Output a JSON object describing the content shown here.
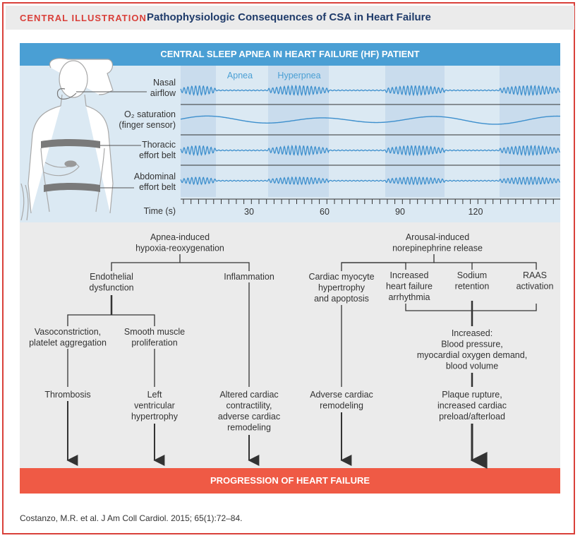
{
  "header": {
    "tag": "CENTRAL ILLUSTRATION",
    "title": "Pathophysiologic Consequences of CSA in Heart Failure"
  },
  "top_bar": "CENTRAL SLEEP APNEA IN HEART FAILURE (HF) PATIENT",
  "phases": {
    "apnea": "Apnea",
    "hyperpnea": "Hyperpnea"
  },
  "signals": [
    {
      "line1": "Nasal",
      "line2": "airflow"
    },
    {
      "line1": "O₂ saturation",
      "line2": "(finger sensor)"
    },
    {
      "line1": "Thoracic",
      "line2": "effort belt"
    },
    {
      "line1": "Abdominal",
      "line2": "effort belt"
    }
  ],
  "time_axis": {
    "label": "Time (s)",
    "ticks": [
      "30",
      "60",
      "90",
      "120"
    ]
  },
  "nodes": {
    "apnea_hypoxia": [
      "Apnea-induced",
      "hypoxia-reoxygenation"
    ],
    "arousal": [
      "Arousal-induced",
      "norepinephrine release"
    ],
    "endothelial": [
      "Endothelial",
      "dysfunction"
    ],
    "inflammation": [
      "Inflammation"
    ],
    "myocyte": [
      "Cardiac myocyte",
      "hypertrophy",
      "and apoptosis"
    ],
    "arrhythmia": [
      "Increased",
      "heart failure",
      "arrhythmia"
    ],
    "sodium": [
      "Sodium",
      "retention"
    ],
    "raas": [
      "RAAS",
      "activation"
    ],
    "vasoconstriction": [
      "Vasoconstriction,",
      "platelet aggregation"
    ],
    "smooth_muscle": [
      "Smooth muscle",
      "proliferation"
    ],
    "increased": [
      "Increased:",
      "Blood pressure,",
      "myocardial oxygen demand,",
      "blood volume"
    ],
    "thrombosis": [
      "Thrombosis"
    ],
    "lvh": [
      "Left",
      "ventricular",
      "hypertrophy"
    ],
    "contractility": [
      "Altered cardiac",
      "contractility,",
      "adverse cardiac",
      "remodeling"
    ],
    "remodeling": [
      "Adverse cardiac",
      "remodeling"
    ],
    "plaque": [
      "Plaque rupture,",
      "increased cardiac",
      "preload/afterload"
    ]
  },
  "bottom_bar": "PROGRESSION OF HEART FAILURE",
  "citation": "Costanzo, M.R. et al. J Am Coll Cardiol. 2015; 65(1):72–84.",
  "colors": {
    "red": "#d9403a",
    "navy": "#1f3b6a",
    "blue": "#4a9fd4",
    "wave": "#3d8fcd",
    "orange": "#ef5a45",
    "panel": "#ebebeb"
  }
}
